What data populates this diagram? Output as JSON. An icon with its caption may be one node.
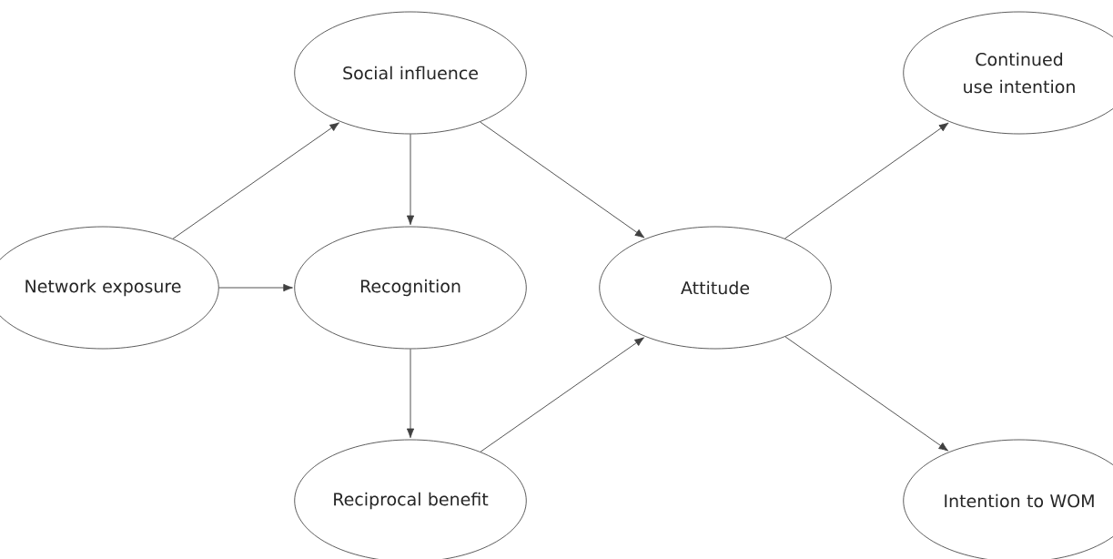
{
  "diagram": {
    "nodes": [
      {
        "text": [
          "Network exposure"
        ]
      },
      {
        "text": [
          "Social influence"
        ]
      },
      {
        "text": [
          "Recognition"
        ]
      },
      {
        "text": [
          "Reciprocal benefit"
        ]
      },
      {
        "text": [
          "Attitude"
        ]
      },
      {
        "text": [
          "Continued use intention"
        ]
      },
      {
        "text": [
          "Intention to WOM"
        ]
      }
    ],
    "edges": [
      {
        "from": 0,
        "to": 1,
        "arrow": "to"
      },
      {
        "from": 0,
        "to": 2,
        "arrow": "to"
      },
      {
        "from": 1,
        "to": 2,
        "arrow": "to"
      },
      {
        "from": 1,
        "to": 4,
        "arrow": "to"
      },
      {
        "from": 2,
        "to": 3,
        "arrow": "to"
      },
      {
        "from": 3,
        "to": 4,
        "arrow": "to"
      },
      {
        "from": 4,
        "to": 5,
        "arrow": "to"
      },
      {
        "from": 4,
        "to": 6,
        "arrow": "to"
      }
    ]
  }
}
